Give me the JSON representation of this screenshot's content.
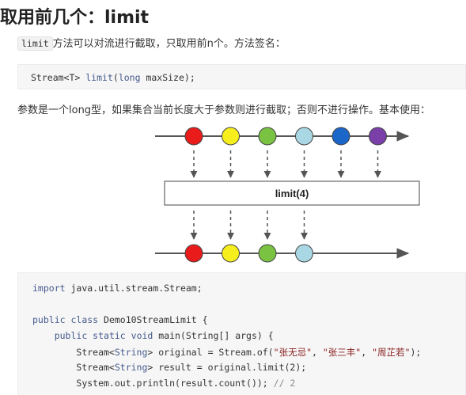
{
  "heading": "取用前几个：limit",
  "intro": {
    "code": "limit",
    "text": "方法可以对流进行截取，只取用前n个。方法签名："
  },
  "signature": {
    "prefix": "Stream<T> ",
    "method": "limit",
    "open": "(",
    "type": "long",
    "rest": " maxSize);"
  },
  "description": "参数是一个long型，如果集合当前长度大于参数则进行截取；否则不进行操作。基本使用：",
  "diagram": {
    "operator_label": "limit(4)",
    "input_colors": [
      "#ea1b1b",
      "#f6ee1d",
      "#7ac242",
      "#a9d7e4",
      "#1b66c9",
      "#7a3fa8"
    ],
    "output_colors": [
      "#ea1b1b",
      "#f6ee1d",
      "#7ac242",
      "#a9d7e4"
    ],
    "line_color": "#555555"
  },
  "code": {
    "line1": {
      "kw": "import",
      "rest": " java.util.stream.Stream;"
    },
    "line2": {
      "kw1": "public",
      "kw2": " class",
      "rest": " Demo10StreamLimit {"
    },
    "line3": {
      "indent": "    ",
      "kw1": "public",
      "kw2": " static",
      "kw3": " void",
      "rest": " main(String[] args) {"
    },
    "line4": {
      "indent": "        ",
      "a": "Stream<",
      "t": "String",
      "b": "> original = Stream.of(",
      "s1": "\"张无忌\"",
      "c1": ", ",
      "s2": "\"张三丰\"",
      "c2": ", ",
      "s3": "\"周芷若\"",
      "end": ");"
    },
    "line5": {
      "indent": "        ",
      "a": "Stream<",
      "t": "String",
      "b": "> result = original.limit(2);"
    },
    "line6": {
      "indent": "        ",
      "a": "System.out.println(result.count()); ",
      "comment": "// 2"
    },
    "line7": {
      "indent": "    ",
      "text": "}"
    }
  }
}
